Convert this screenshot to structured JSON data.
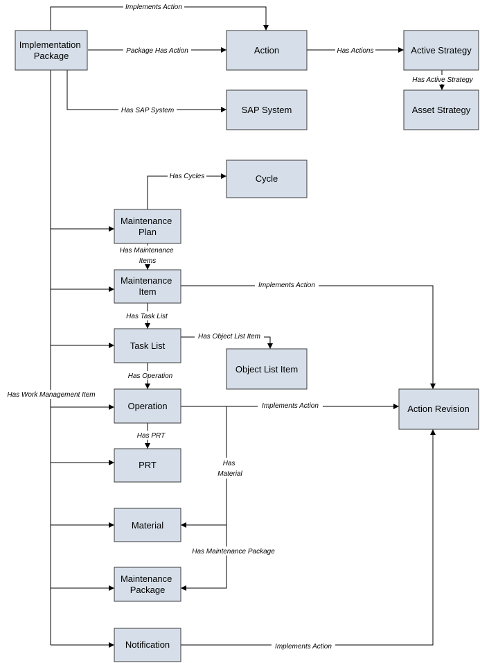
{
  "diagram": {
    "nodes": {
      "implementation_package": [
        "Implementation",
        "Package"
      ],
      "action": [
        "Action"
      ],
      "active_strategy": [
        "Active Strategy"
      ],
      "sap_system": [
        "SAP System"
      ],
      "asset_strategy": [
        "Asset Strategy"
      ],
      "cycle": [
        "Cycle"
      ],
      "maintenance_plan": [
        "Maintenance",
        "Plan"
      ],
      "maintenance_item": [
        "Maintenance",
        "Item"
      ],
      "task_list": [
        "Task List"
      ],
      "object_list_item": [
        "Object List Item"
      ],
      "operation": [
        "Operation"
      ],
      "action_revision": [
        "Action Revision"
      ],
      "prt": [
        "PRT"
      ],
      "material": [
        "Material"
      ],
      "maintenance_package": [
        "Maintenance",
        "Package"
      ],
      "notification": [
        "Notification"
      ]
    },
    "edges": {
      "implements_action_top": [
        "Implements Action"
      ],
      "package_has_action": [
        "Package Has Action"
      ],
      "has_actions": [
        "Has Actions"
      ],
      "has_active_strategy": [
        "Has Active Strategy"
      ],
      "has_sap_system": [
        "Has SAP System"
      ],
      "has_cycles": [
        "Has Cycles"
      ],
      "has_maintenance_items": [
        "Has Maintenance",
        "Items"
      ],
      "implements_action_item": [
        "Implements Action"
      ],
      "has_task_list": [
        "Has Task List"
      ],
      "has_object_list_item": [
        "Has Object List Item"
      ],
      "has_operation": [
        "Has Operation"
      ],
      "has_work_management_item": [
        "Has Work Management Item"
      ],
      "implements_action_operation": [
        "Implements Action"
      ],
      "has_prt": [
        "Has PRT"
      ],
      "has_material": [
        "Has",
        "Material"
      ],
      "has_maintenance_package": [
        "Has Maintenance Package"
      ],
      "implements_action_notification": [
        "Implements Action"
      ]
    }
  }
}
